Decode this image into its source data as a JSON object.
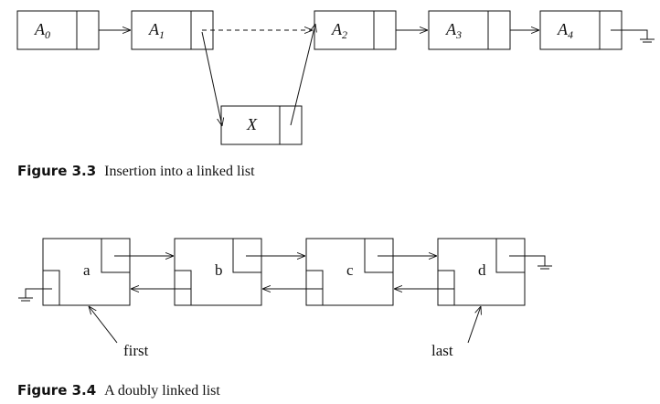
{
  "figure_3_3": {
    "nodes": [
      {
        "letter": "A",
        "sub": "0"
      },
      {
        "letter": "A",
        "sub": "1"
      },
      {
        "letter": "A",
        "sub": "2"
      },
      {
        "letter": "A",
        "sub": "3"
      },
      {
        "letter": "A",
        "sub": "4"
      }
    ],
    "inserted": {
      "letter": "X"
    },
    "caption": {
      "number": "Figure 3.3",
      "text": "Insertion into a linked list"
    }
  },
  "figure_3_4": {
    "nodes": [
      "a",
      "b",
      "c",
      "d"
    ],
    "pointers": {
      "first": "first",
      "last": "last"
    },
    "caption": {
      "number": "Figure 3.4",
      "text": "A doubly linked list"
    }
  }
}
